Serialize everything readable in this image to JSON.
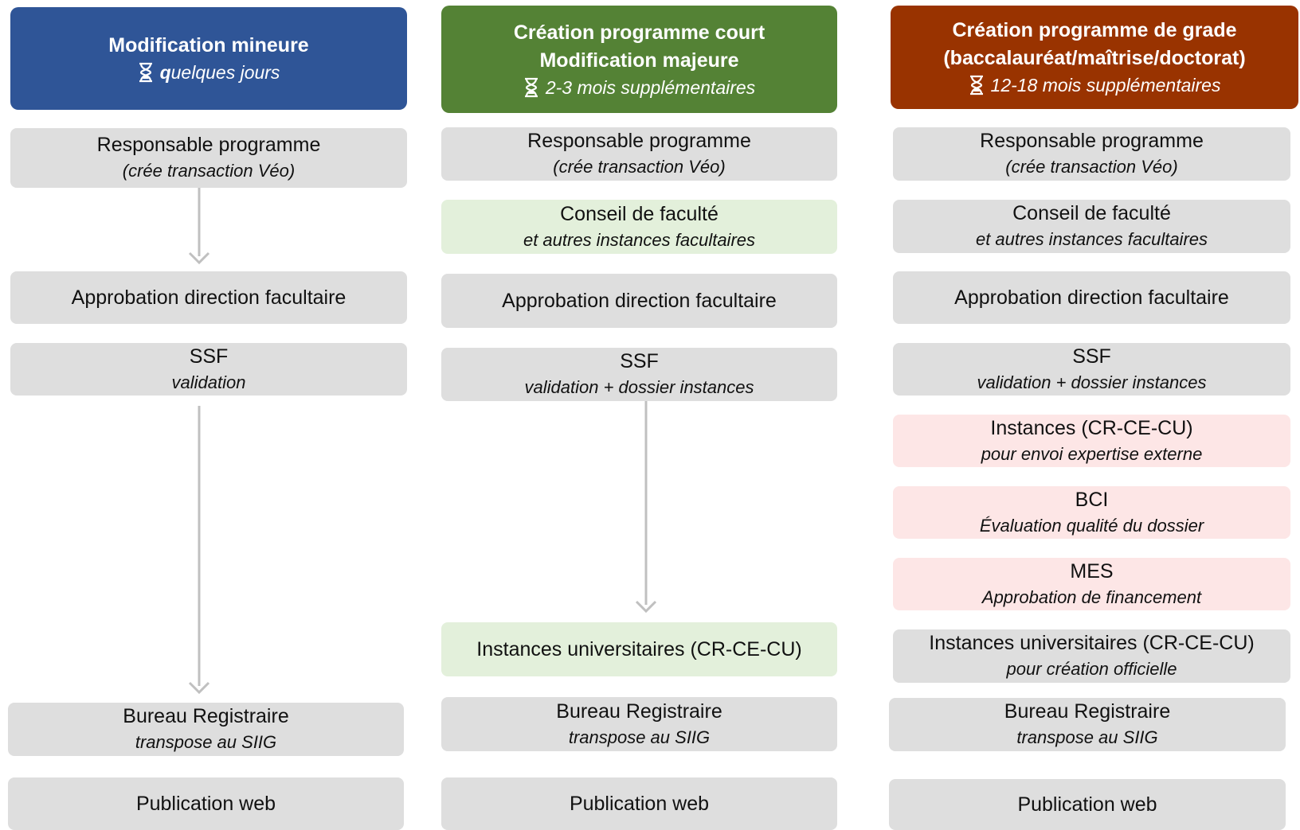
{
  "colors": {
    "blue": "#2f5597",
    "green": "#548235",
    "rust": "#993300",
    "step_grey": "#dedede",
    "step_green": "#e3f0db",
    "step_pink": "#fde6e6",
    "arrow": "#c0c0c0"
  },
  "icon": "hourglass-icon",
  "col1": {
    "header": {
      "title": "Modification mineure",
      "duration_bold": "q",
      "duration_rest": "uelques jours"
    },
    "steps": [
      {
        "main": "Responsable programme",
        "sub": "(crée transaction Véo)"
      },
      {
        "main": "Approbation direction facultaire"
      },
      {
        "main": "SSF",
        "sub": "validation"
      },
      {
        "main": "Bureau Registraire",
        "sub": "transpose au SIIG"
      },
      {
        "main": "Publication web"
      }
    ]
  },
  "col2": {
    "header": {
      "title1": "Création programme court",
      "title2": "Modification majeure",
      "duration": "2-3 mois supplémentaires"
    },
    "steps": [
      {
        "main": "Responsable programme",
        "sub": "(crée transaction Véo)"
      },
      {
        "main": "Conseil de faculté",
        "sub": "et autres instances facultaires"
      },
      {
        "main": "Approbation direction facultaire"
      },
      {
        "main": "SSF",
        "sub": "validation + dossier instances"
      },
      {
        "main": "Instances universitaires (CR-CE-CU)"
      },
      {
        "main": "Bureau Registraire",
        "sub": "transpose au SIIG"
      },
      {
        "main": "Publication web"
      }
    ]
  },
  "col3": {
    "header": {
      "title1": "Création programme de grade",
      "title2": "(baccalauréat/maîtrise/doctorat)",
      "duration": "12-18 mois supplémentaires"
    },
    "steps": [
      {
        "main": "Responsable programme",
        "sub": "(crée transaction Véo)"
      },
      {
        "main": "Conseil de faculté",
        "sub": "et autres instances facultaires"
      },
      {
        "main": "Approbation direction facultaire"
      },
      {
        "main": "SSF",
        "sub": "validation + dossier instances"
      },
      {
        "main": "Instances (CR-CE-CU)",
        "sub": "pour envoi expertise externe"
      },
      {
        "main": "BCI",
        "sub": "Évaluation qualité du dossier"
      },
      {
        "main": "MES",
        "sub": "Approbation de financement"
      },
      {
        "main": "Instances universitaires (CR-CE-CU)",
        "sub": "pour création officielle"
      },
      {
        "main": "Bureau Registraire",
        "sub": "transpose au SIIG"
      },
      {
        "main": "Publication web"
      }
    ]
  }
}
